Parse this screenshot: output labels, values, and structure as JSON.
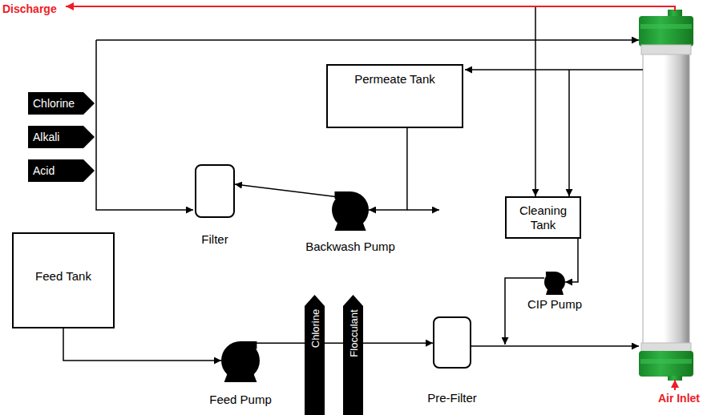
{
  "diagram": {
    "nodes": [
      {
        "text": [
          "Chlorine"
        ]
      },
      {
        "text": [
          "Alkali"
        ]
      },
      {
        "text": [
          "Acid"
        ]
      },
      {
        "text": [
          "Permeate Tank"
        ]
      },
      {
        "text": [
          "Filter"
        ]
      },
      {
        "text": [
          "Backwash Pump"
        ]
      },
      {
        "text": [
          "Cleaning Tank"
        ]
      },
      {
        "text": [
          "Feed Tank"
        ]
      },
      {
        "text": [
          "CIP Pump"
        ]
      },
      {
        "text": [
          "Feed Pump"
        ]
      },
      {
        "text": [
          "Chlorine"
        ]
      },
      {
        "text": [
          "Flocculant"
        ]
      },
      {
        "text": [
          "Pre-Filter"
        ]
      }
    ],
    "edges": [
      {
        "from": 7,
        "to": 9,
        "arrow": "to"
      },
      {
        "from": 9,
        "to": 12,
        "arrow": "to"
      },
      {
        "from": 3,
        "to": 5,
        "arrow": "to"
      },
      {
        "from": 5,
        "to": 4,
        "arrow": "to"
      },
      {
        "from": 6,
        "to": 8,
        "arrow": "to"
      }
    ],
    "labels": [
      "Discharge",
      "Air Inlet"
    ]
  }
}
